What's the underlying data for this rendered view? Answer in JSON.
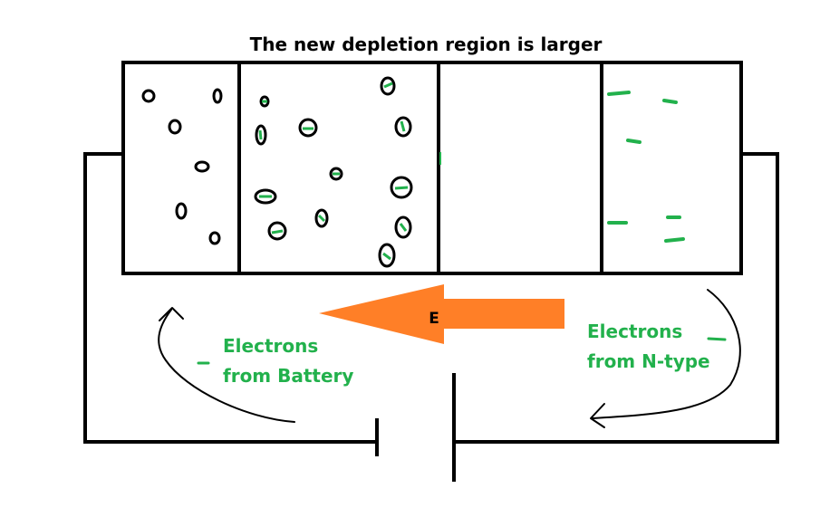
{
  "title": "The new depletion region is larger",
  "field_label": "E",
  "left_caption": {
    "line1": "Electrons",
    "line2": "from Battery"
  },
  "right_caption": {
    "line1": "Electrons",
    "line2": "from N-type"
  },
  "colors": {
    "stroke": "#000000",
    "electron": "#22b14c",
    "arrow": "#ff7f27",
    "background": "#ffffff"
  }
}
